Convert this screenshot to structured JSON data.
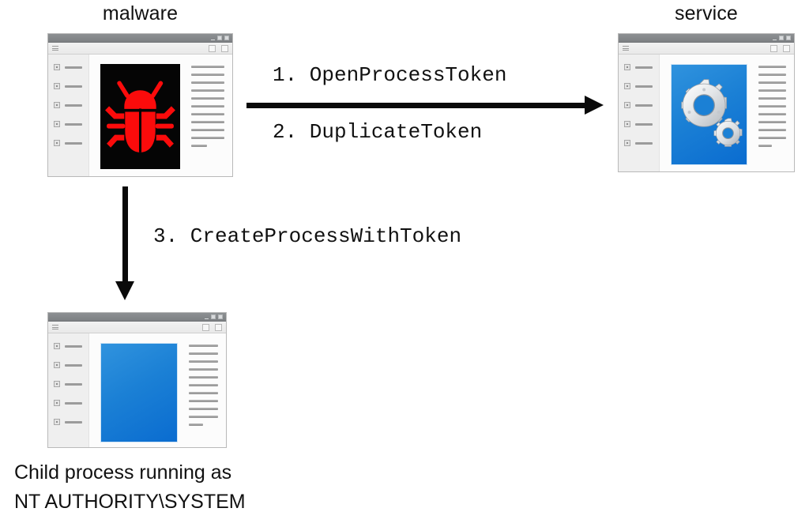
{
  "diagram": {
    "title_malware": "malware",
    "title_service": "service",
    "bottom_caption_line1": "Child process running as",
    "bottom_caption_line2": "NT AUTHORITY\\SYSTEM",
    "accent_blue": "#1b80d5",
    "bug_red": "#fb0b0b",
    "arrow_color": "#0a0a0a",
    "window_chrome_gray": "#82858a"
  },
  "steps": [
    {
      "index": "1.",
      "api": "OpenProcessToken",
      "label": "1. OpenProcessToken"
    },
    {
      "index": "2.",
      "api": "DuplicateToken",
      "label": "2. DuplicateToken"
    },
    {
      "index": "3.",
      "api": "CreateProcessWithToken",
      "label": "3. CreateProcessWithToken"
    }
  ],
  "windows": {
    "malware": {
      "name": "malware-window",
      "artwork": "bug-icon",
      "sidebar_rows": 5,
      "text_lines": 11,
      "controls": [
        "minimize",
        "maximize",
        "close"
      ],
      "toolbar_buttons": 2,
      "menu_icon": "hamburger-icon"
    },
    "service": {
      "name": "service-window",
      "artwork": "gears-icon",
      "sidebar_rows": 5,
      "text_lines": 11,
      "controls": [
        "minimize",
        "maximize",
        "close"
      ],
      "toolbar_buttons": 2,
      "menu_icon": "hamburger-icon"
    },
    "child": {
      "name": "child-process-window",
      "artwork": "blue-panel",
      "sidebar_rows": 5,
      "text_lines": 11,
      "controls": [
        "minimize",
        "maximize",
        "close"
      ],
      "toolbar_buttons": 2,
      "menu_icon": "hamburger-icon"
    }
  }
}
